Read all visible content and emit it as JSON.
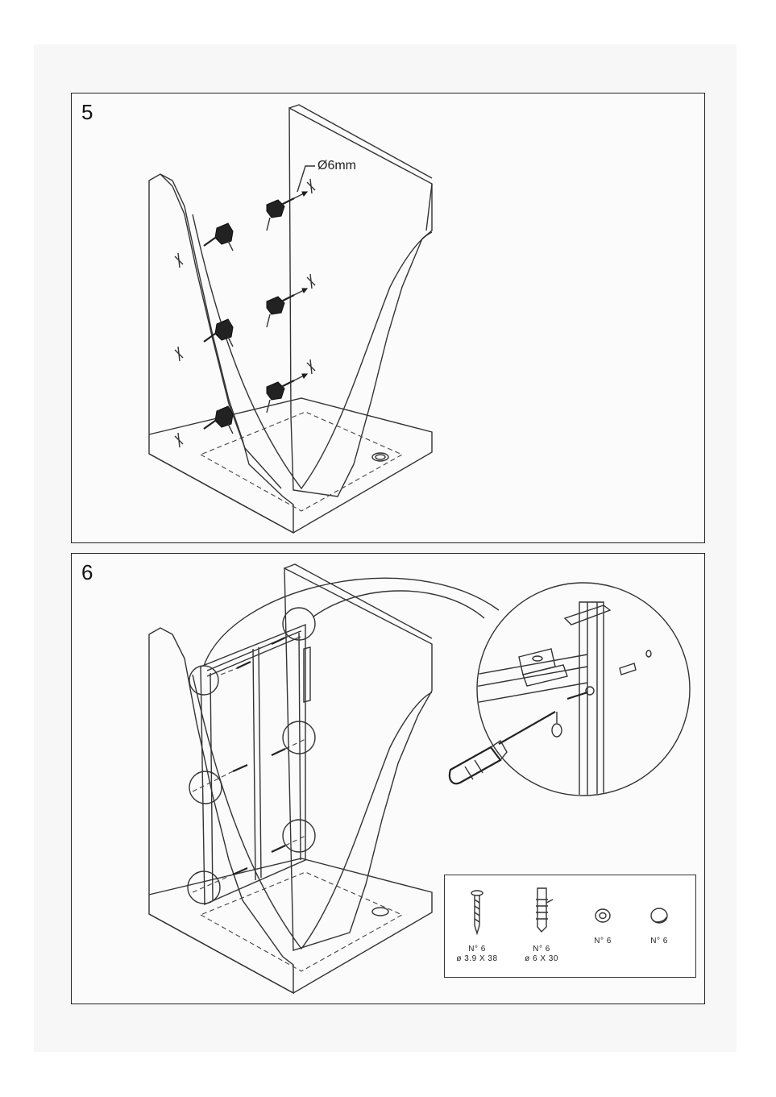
{
  "steps": [
    {
      "number": "5",
      "drill_label": "Ø6mm"
    },
    {
      "number": "6",
      "parts": [
        {
          "name": "screw-icon",
          "qty": "N° 6",
          "dim": "ø 3.9 X 38"
        },
        {
          "name": "wall-plug-icon",
          "qty": "N° 6",
          "dim": "ø 6 X 30"
        },
        {
          "name": "washer-icon",
          "qty": "N° 6"
        },
        {
          "name": "cap-icon",
          "qty": "N° 6"
        }
      ]
    }
  ]
}
